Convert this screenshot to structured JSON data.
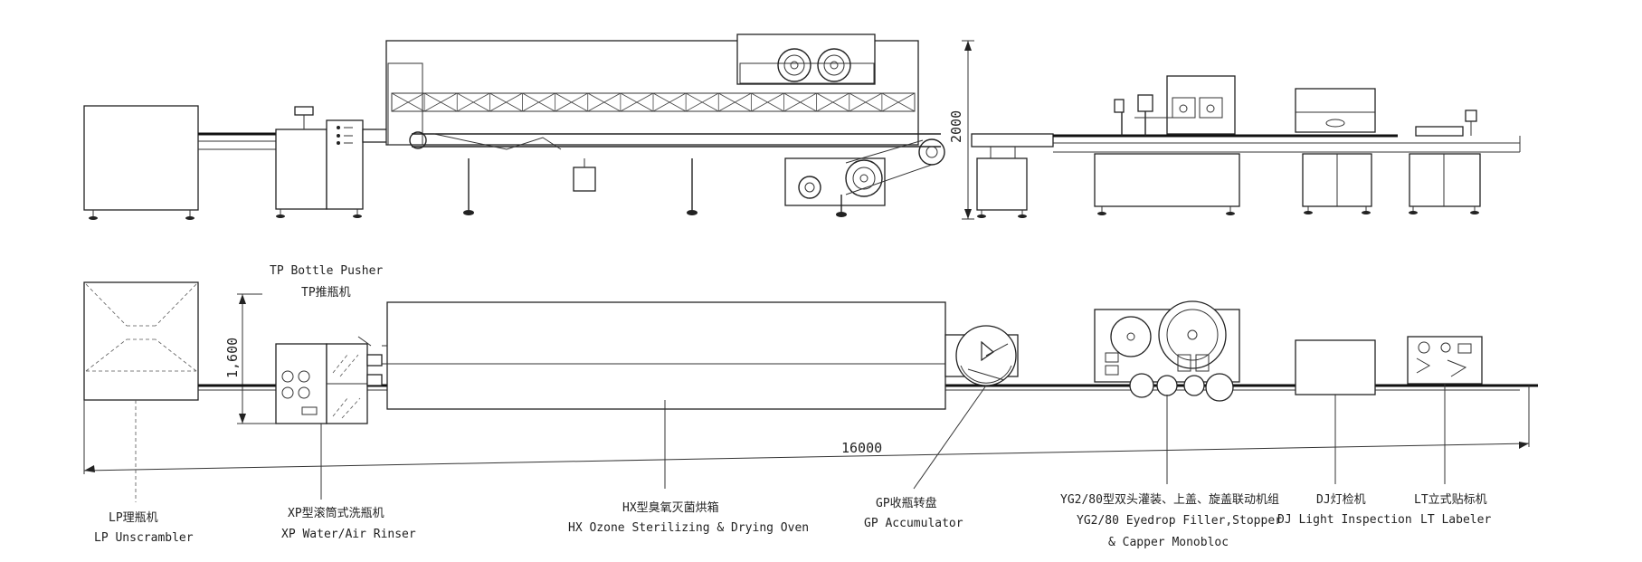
{
  "labels": {
    "unscrambler_cn": "LP理瓶机",
    "unscrambler_en": "LP Unscrambler",
    "pusher_en": "TP Bottle Pusher",
    "pusher_cn": "TP推瓶机",
    "rinser_cn": "XP型滚筒式洗瓶机",
    "rinser_en": "XP Water/Air Rinser",
    "oven_cn": "HX型臭氧灭菌烘箱",
    "oven_en": "HX Ozone Sterilizing & Drying Oven",
    "accumulator_cn": "GP收瓶转盘",
    "accumulator_en": "GP Accumulator",
    "filler_cn": "YG2/80型双头灌装、上盖、旋盖联动机组",
    "filler_en1": "YG2/80 Eyedrop Filler,Stopper",
    "filler_en2": "& Capper Monobloc",
    "inspection_cn": "DJ灯检机",
    "inspection_en": "DJ Light Inspection",
    "labeler_cn": "LT立式贴标机",
    "labeler_en": "LT Labeler"
  },
  "dimensions": {
    "height": "2000",
    "width": "1,600",
    "length": "16000"
  }
}
